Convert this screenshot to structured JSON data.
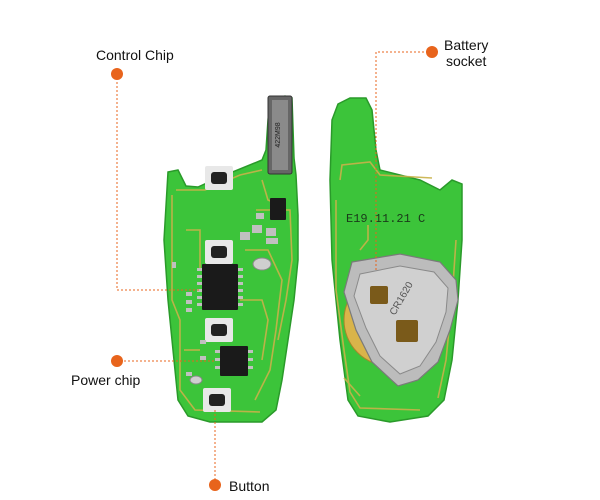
{
  "colors": {
    "accent": "#e8641c",
    "pcb_green": "#3cc43a",
    "pcb_trace": "#c9b24a",
    "chip_black": "#1a1a1a",
    "metal": "#b8b8b8"
  },
  "labels": {
    "control_chip": "Control Chip",
    "battery_socket_line1": "Battery",
    "battery_socket_line2": "socket",
    "power_chip": "Power chip",
    "button": "Button"
  },
  "board_markings": {
    "date_code": "E19.11.21 C",
    "connector_text": "422M98",
    "battery_text": "CR1620"
  }
}
